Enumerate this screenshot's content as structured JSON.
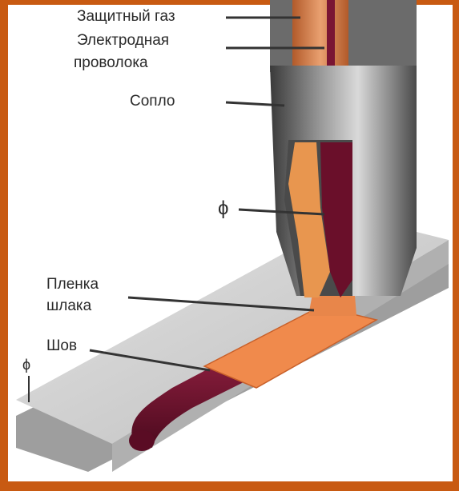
{
  "labels": {
    "shielding_gas": "Защитный газ",
    "electrode_wire_line1": "Электродная",
    "electrode_wire_line2": "проволока",
    "nozzle": "Сопло",
    "arc_symbol": "ϕ",
    "slag_film_line1": "Пленка",
    "slag_film_line2": "шлака",
    "seam": "Шов",
    "thickness_symbol": "ϕ"
  },
  "colors": {
    "frame": "#c85a12",
    "background": "#ffffff",
    "plate_top": "#cfcfcf",
    "plate_side": "#a9a9a9",
    "nozzle": "#6e6e6e",
    "copper": "#e07a3c",
    "weld_seam": "#6a0f2a",
    "slag": "#f08a4c"
  }
}
